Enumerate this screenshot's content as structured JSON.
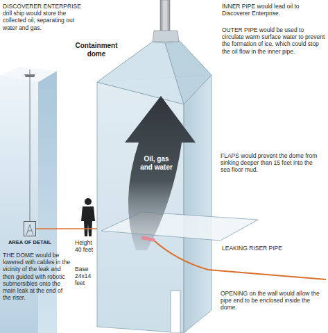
{
  "diagram": {
    "nodes": [
      {
        "text": [
          "Containment dome",
          "Oil, gas and water"
        ]
      },
      {
        "text": [
          "AREA OF DETAIL"
        ]
      }
    ],
    "edges": [
      {
        "from": 1,
        "to": 0,
        "arrow": "none"
      }
    ],
    "labels": [
      "DISCOVERER ENTERPRISE drill ship would store the collected oil, separating out water and gas.",
      "INNER PIPE would lead oil to Discoverer Enterprise.",
      "OUTER PIPE would be used to circulate warm surface water to prevent the formation of ice, which could stop the oil flow in the inner pipe.",
      "FLAPS would prevent the dome from sinking deeper than 15 feet into the sea floor mud.",
      "Height 40 feet",
      "LEAKING RISER PIPE",
      "THE DOME would be lowered with cables in the vicinity of the leak and then guided with robotic submersibles onto the main leak at the end of the riser.",
      "Base 24x14 feet",
      "OPENING on the wall would allow the pipe end to be enclosed inside the dome."
    ]
  }
}
